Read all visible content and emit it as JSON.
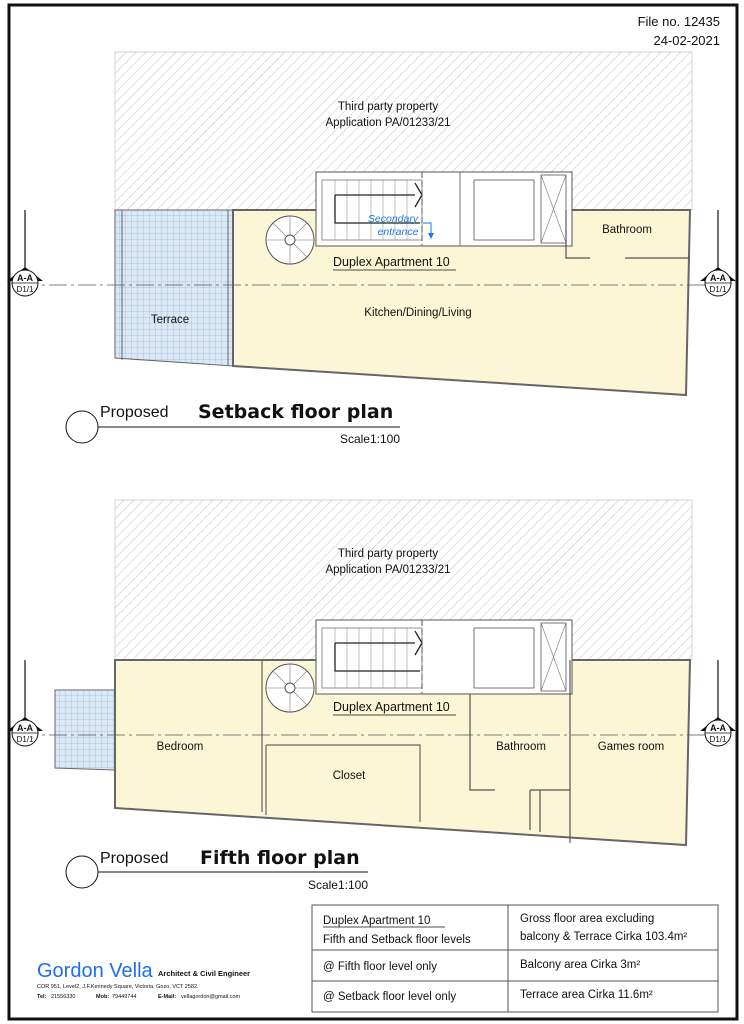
{
  "header": {
    "file_no": "File no. 12435",
    "date": "24-02-2021"
  },
  "colors": {
    "floor": "#fbf6d6",
    "terrace": "#dbe8f5",
    "accent_blue": "#1e6ef0"
  },
  "section_marker": {
    "label": "A-A",
    "sheet": "D1/1"
  },
  "setback_plan": {
    "third_party": "Third party property",
    "application": "Application PA/01233/21",
    "apartment": "Duplex Apartment 10",
    "secondary_1": "Secondary",
    "secondary_2": "entrance",
    "rooms": {
      "terrace": "Terrace",
      "kitchen": "Kitchen/Dining/Living",
      "bathroom": "Bathroom"
    },
    "title_prefix": "Proposed",
    "title": "Setback floor plan",
    "scale": "Scale1:100"
  },
  "fifth_plan": {
    "third_party": "Third party property",
    "application": "Application PA/01233/21",
    "apartment": "Duplex Apartment 10",
    "rooms": {
      "bedroom": "Bedroom",
      "closet": "Closet",
      "bathroom": "Bathroom",
      "games": "Games room"
    },
    "title_prefix": "Proposed",
    "title": "Fifth floor plan",
    "scale": "Scale1:100"
  },
  "area_table": {
    "rows": [
      {
        "left_1": "Duplex Apartment 10",
        "left_2": "Fifth and Setback floor levels",
        "right_1": "Gross floor area excluding",
        "right_2": "balcony & Terrace Cirka 103.4m²"
      },
      {
        "left": "@ Fifth floor level only",
        "right": "Balcony area Cirka 3m²"
      },
      {
        "left": "@ Setback floor level only",
        "right": "Terrace area Cirka 11.6m²"
      }
    ]
  },
  "firm": {
    "name": "Gordon Vella",
    "role": "Architect & Civil Engineer",
    "address": "COR 951,   Level2,   J.F.Kennedy Square,   Victoria,   Gozo,   VCT 2582.",
    "tel_label": "Tel:",
    "tel": "21556330",
    "mob_label": "Mob:",
    "mob": "79449744",
    "email_label": "E-Mail:",
    "email": "vellagordon@gmail.com"
  }
}
